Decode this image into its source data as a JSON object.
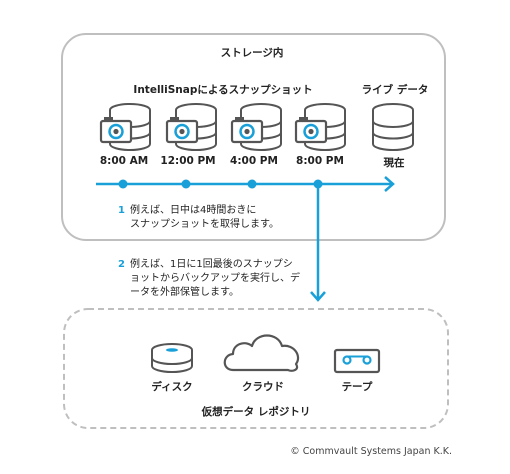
{
  "storage": {
    "title": "ストレージ内",
    "snapshot_title": "IntelliSnapによるスナップショット",
    "live_title": "ライブ データ",
    "times": [
      "8:00 AM",
      "12:00 PM",
      "4:00 PM",
      "8:00 PM"
    ],
    "now_label": "現在"
  },
  "notes": {
    "n1_num": "1",
    "n1_line1": "例えば、日中は4時間おきに",
    "n1_line2": "スナップショットを取得します。",
    "n2_num": "2",
    "n2_line1": "例えば、1日に1回最後のスナップシ",
    "n2_line2": "ョットからバックアップを実行し、デ",
    "n2_line3": "ータを外部保管します。"
  },
  "repository": {
    "title": "仮想データ レポジトリ",
    "items": [
      "ディスク",
      "クラウド",
      "テープ"
    ]
  },
  "footer": "© Commvault Systems Japan K.K.",
  "colors": {
    "accent": "#1aa0d8",
    "icon": "#555555",
    "border": "#bfbfbf"
  },
  "icons": [
    "database-camera-icon",
    "database-icon",
    "disk-icon",
    "cloud-icon",
    "tape-icon"
  ]
}
